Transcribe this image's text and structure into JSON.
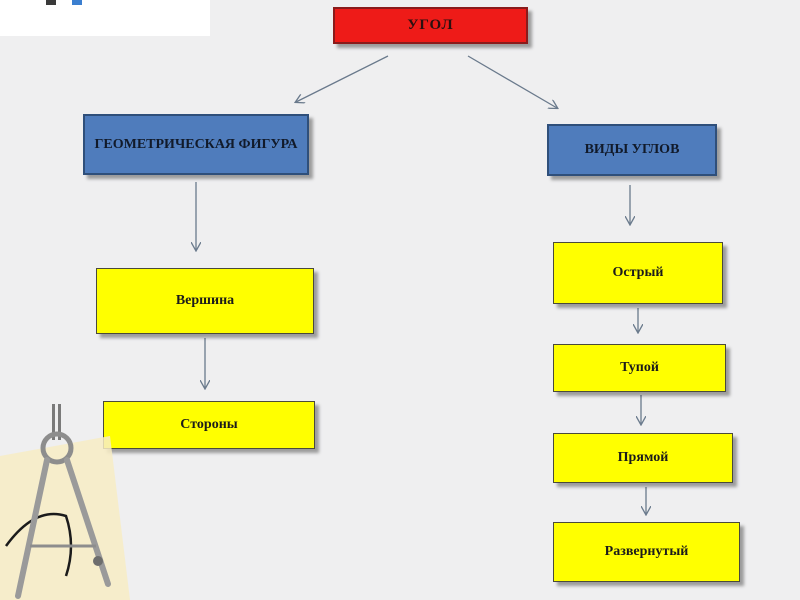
{
  "diagram": {
    "root": {
      "label": "УГОЛ"
    },
    "branches": {
      "geometric_figure": {
        "label": "ГЕОМЕТРИЧЕСКАЯ ФИГУРА",
        "children": [
          "Вершина",
          "Стороны"
        ]
      },
      "angle_types": {
        "label": "ВИДЫ УГЛОВ",
        "children": [
          "Острый",
          "Тупой",
          "Прямой",
          "Развернутый"
        ]
      }
    }
  },
  "colors": {
    "root_fill": "#ee1b18",
    "category_fill": "#4f7cbc",
    "leaf_fill": "#ffff00",
    "background": "#efeff0",
    "arrow": "#6a7a8c"
  },
  "decorations": {
    "corner_image": "drafting-compass-icon"
  }
}
